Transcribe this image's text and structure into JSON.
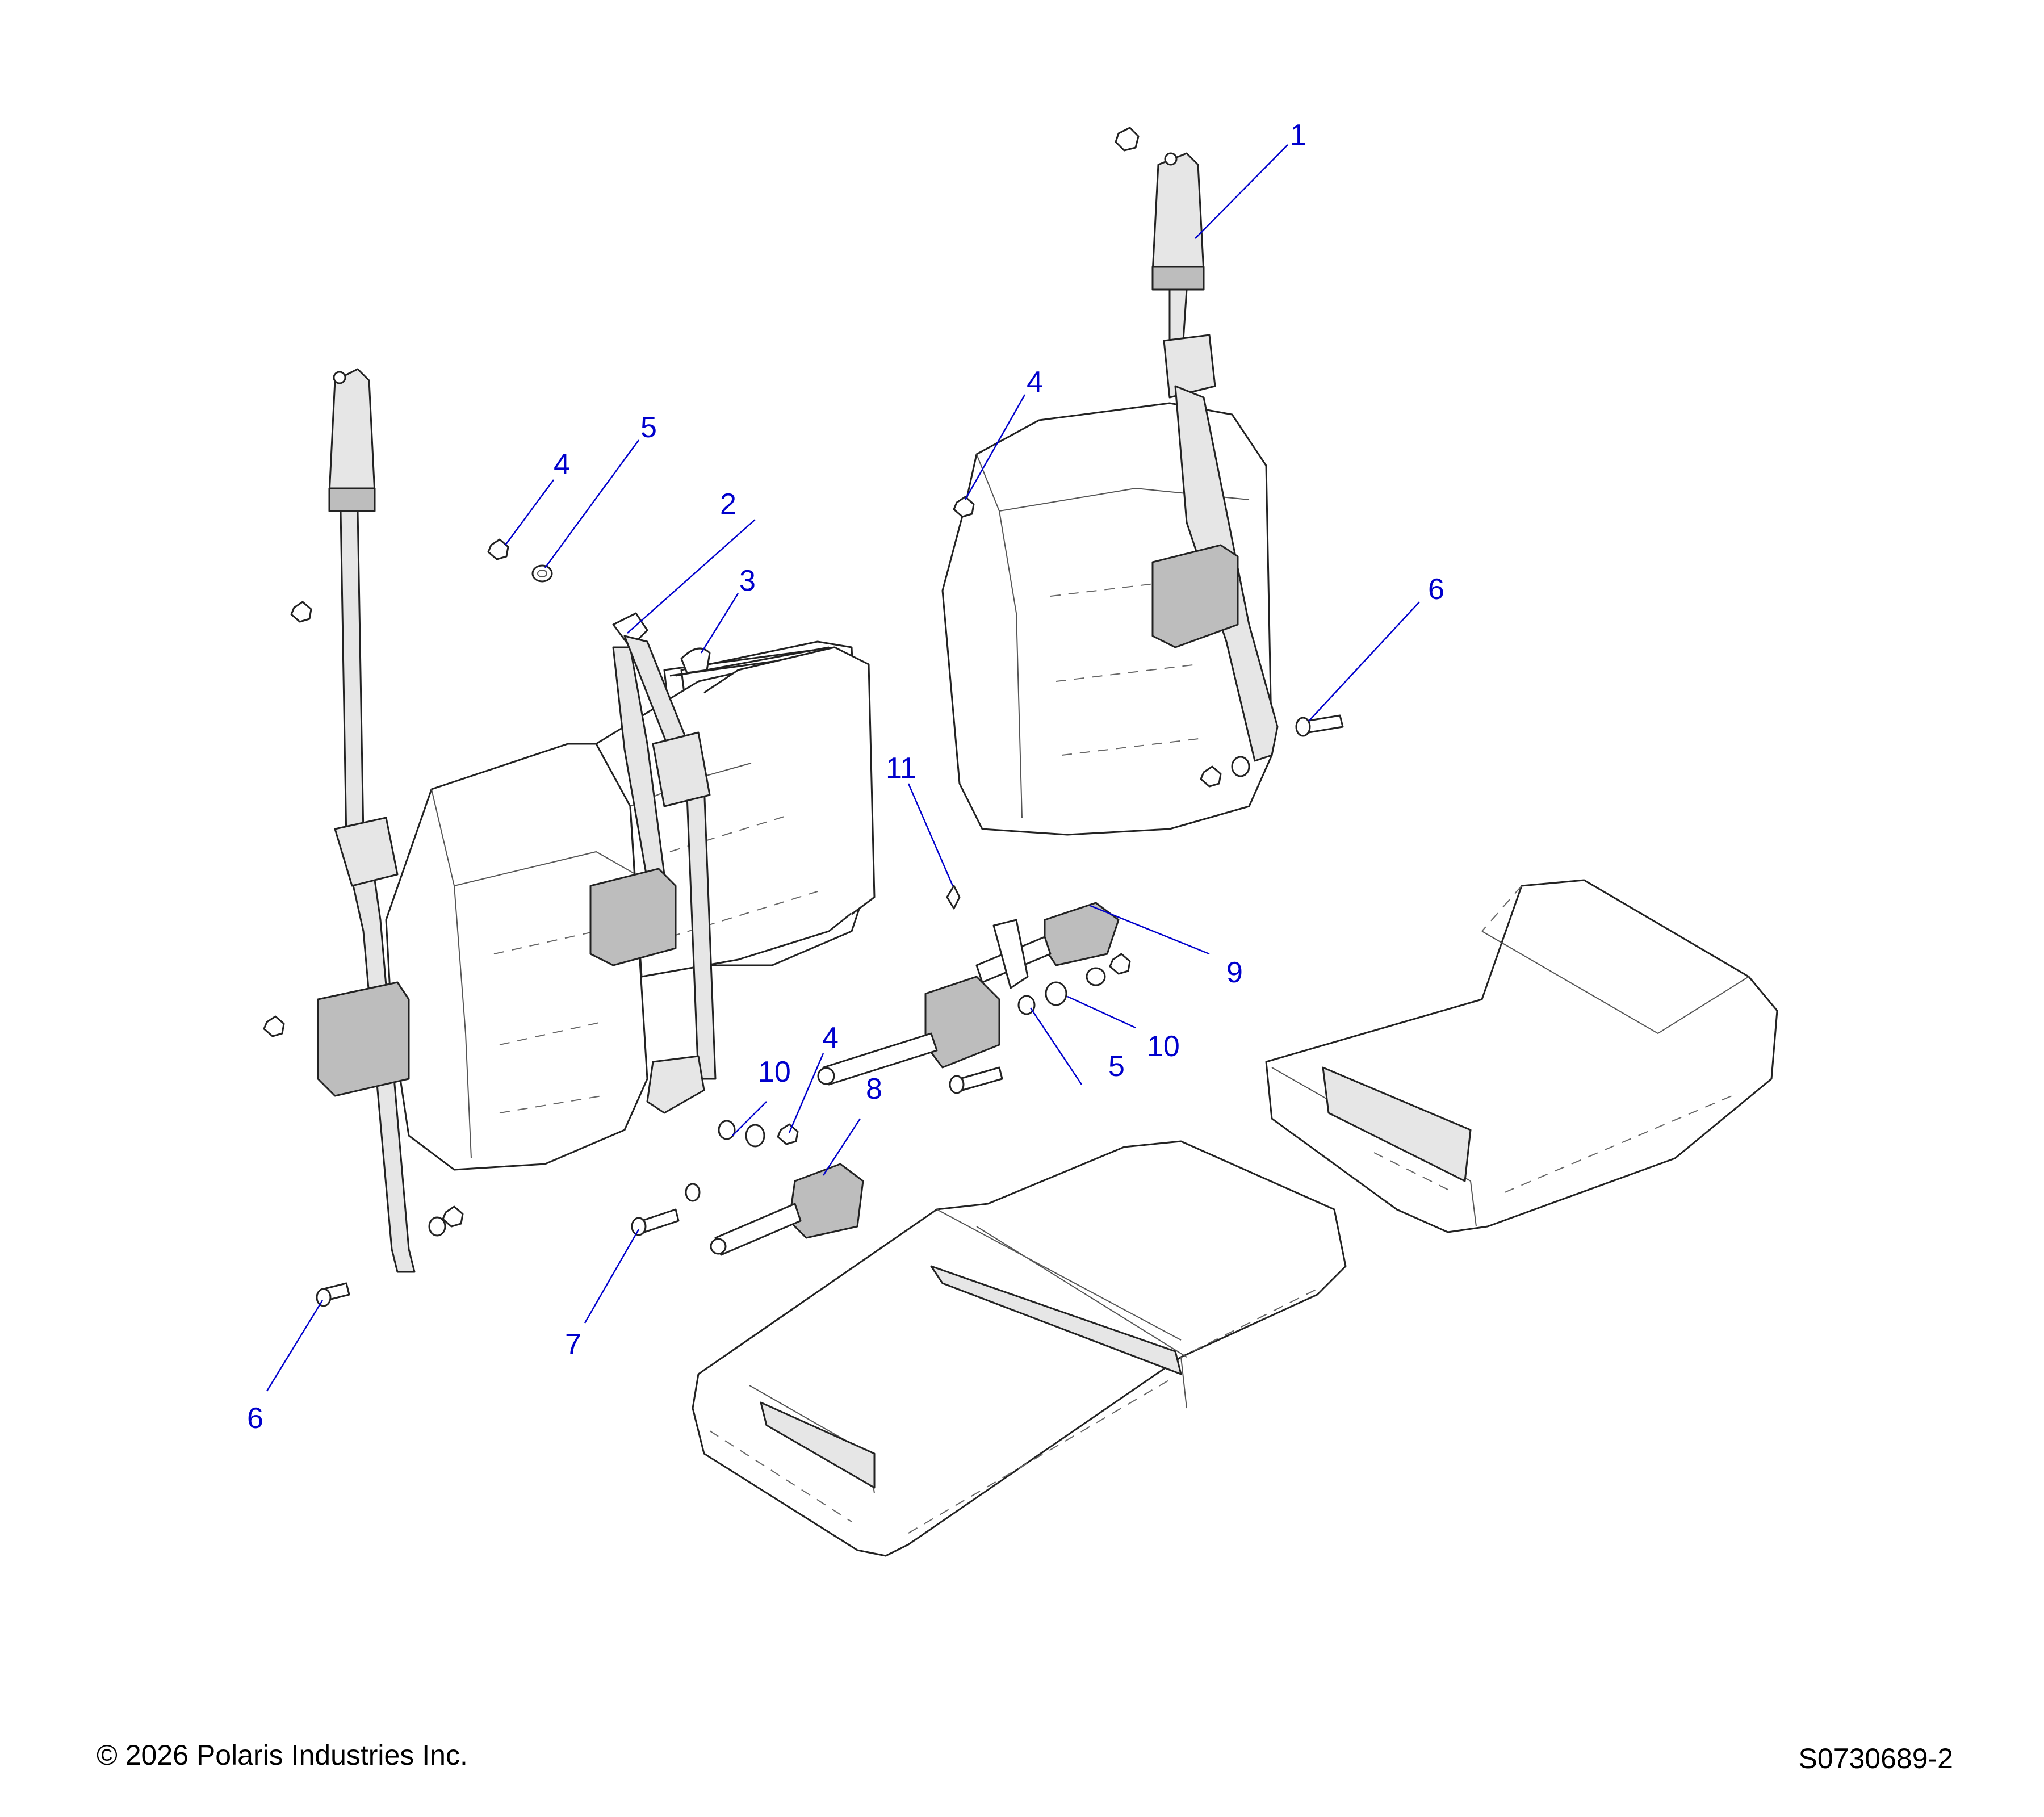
{
  "diagram": {
    "callouts": {
      "c1": "1",
      "c2": "2",
      "c3": "3",
      "c4a": "4",
      "c4b": "4",
      "c4c": "4",
      "c5a": "5",
      "c5b": "5",
      "c6a": "6",
      "c6b": "6",
      "c7": "7",
      "c8": "8",
      "c9": "9",
      "c10a": "10",
      "c10b": "10",
      "c11": "11"
    },
    "callout_color": "#0000cc"
  },
  "footer": {
    "copyright": "© 2026 Polaris Industries Inc.",
    "document_number": "S0730689-2"
  }
}
